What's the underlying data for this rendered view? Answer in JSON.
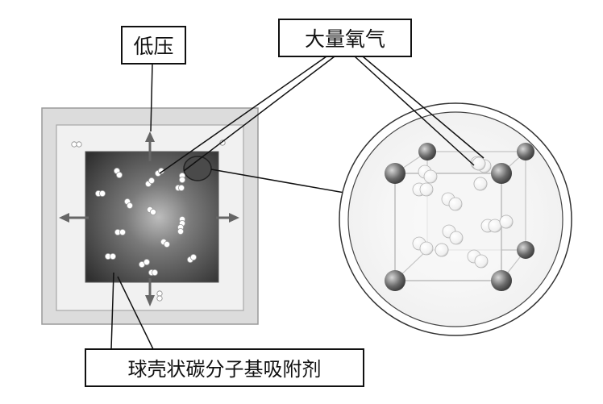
{
  "labels": {
    "low_pressure": "低压",
    "much_oxygen": "大量氧气",
    "adsorbent": "球壳状碳分子基吸附剂"
  },
  "colors": {
    "ink": "#111111",
    "outer_frame": "#d9d9d9",
    "inner_frame": "#ececec",
    "core_dark": "#3a3a3a",
    "arrow": "#666666",
    "atom_dark": "#5a5a5a",
    "oxygen": "#ffffff"
  }
}
